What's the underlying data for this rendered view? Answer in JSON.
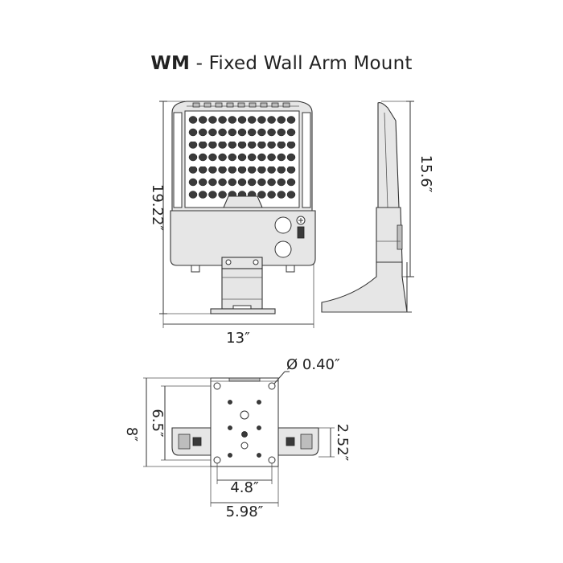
{
  "title": {
    "model_code": "WM",
    "separator": " - ",
    "description": "Fixed Wall Arm Mount"
  },
  "dimensions": {
    "front_height": "19.22″",
    "front_width": "13″",
    "side_height": "15.6″",
    "hole_diameter": "Ø 0.40″",
    "plate_height": "8″",
    "inner_height": "6.5″",
    "fixture_depth": "2.52″",
    "hole_spacing_width": "4.8″",
    "plate_width": "5.98″"
  },
  "colors": {
    "line": "#444444",
    "fixture_body": "#e6e6e6",
    "led_dark": "#3a3a3a"
  }
}
